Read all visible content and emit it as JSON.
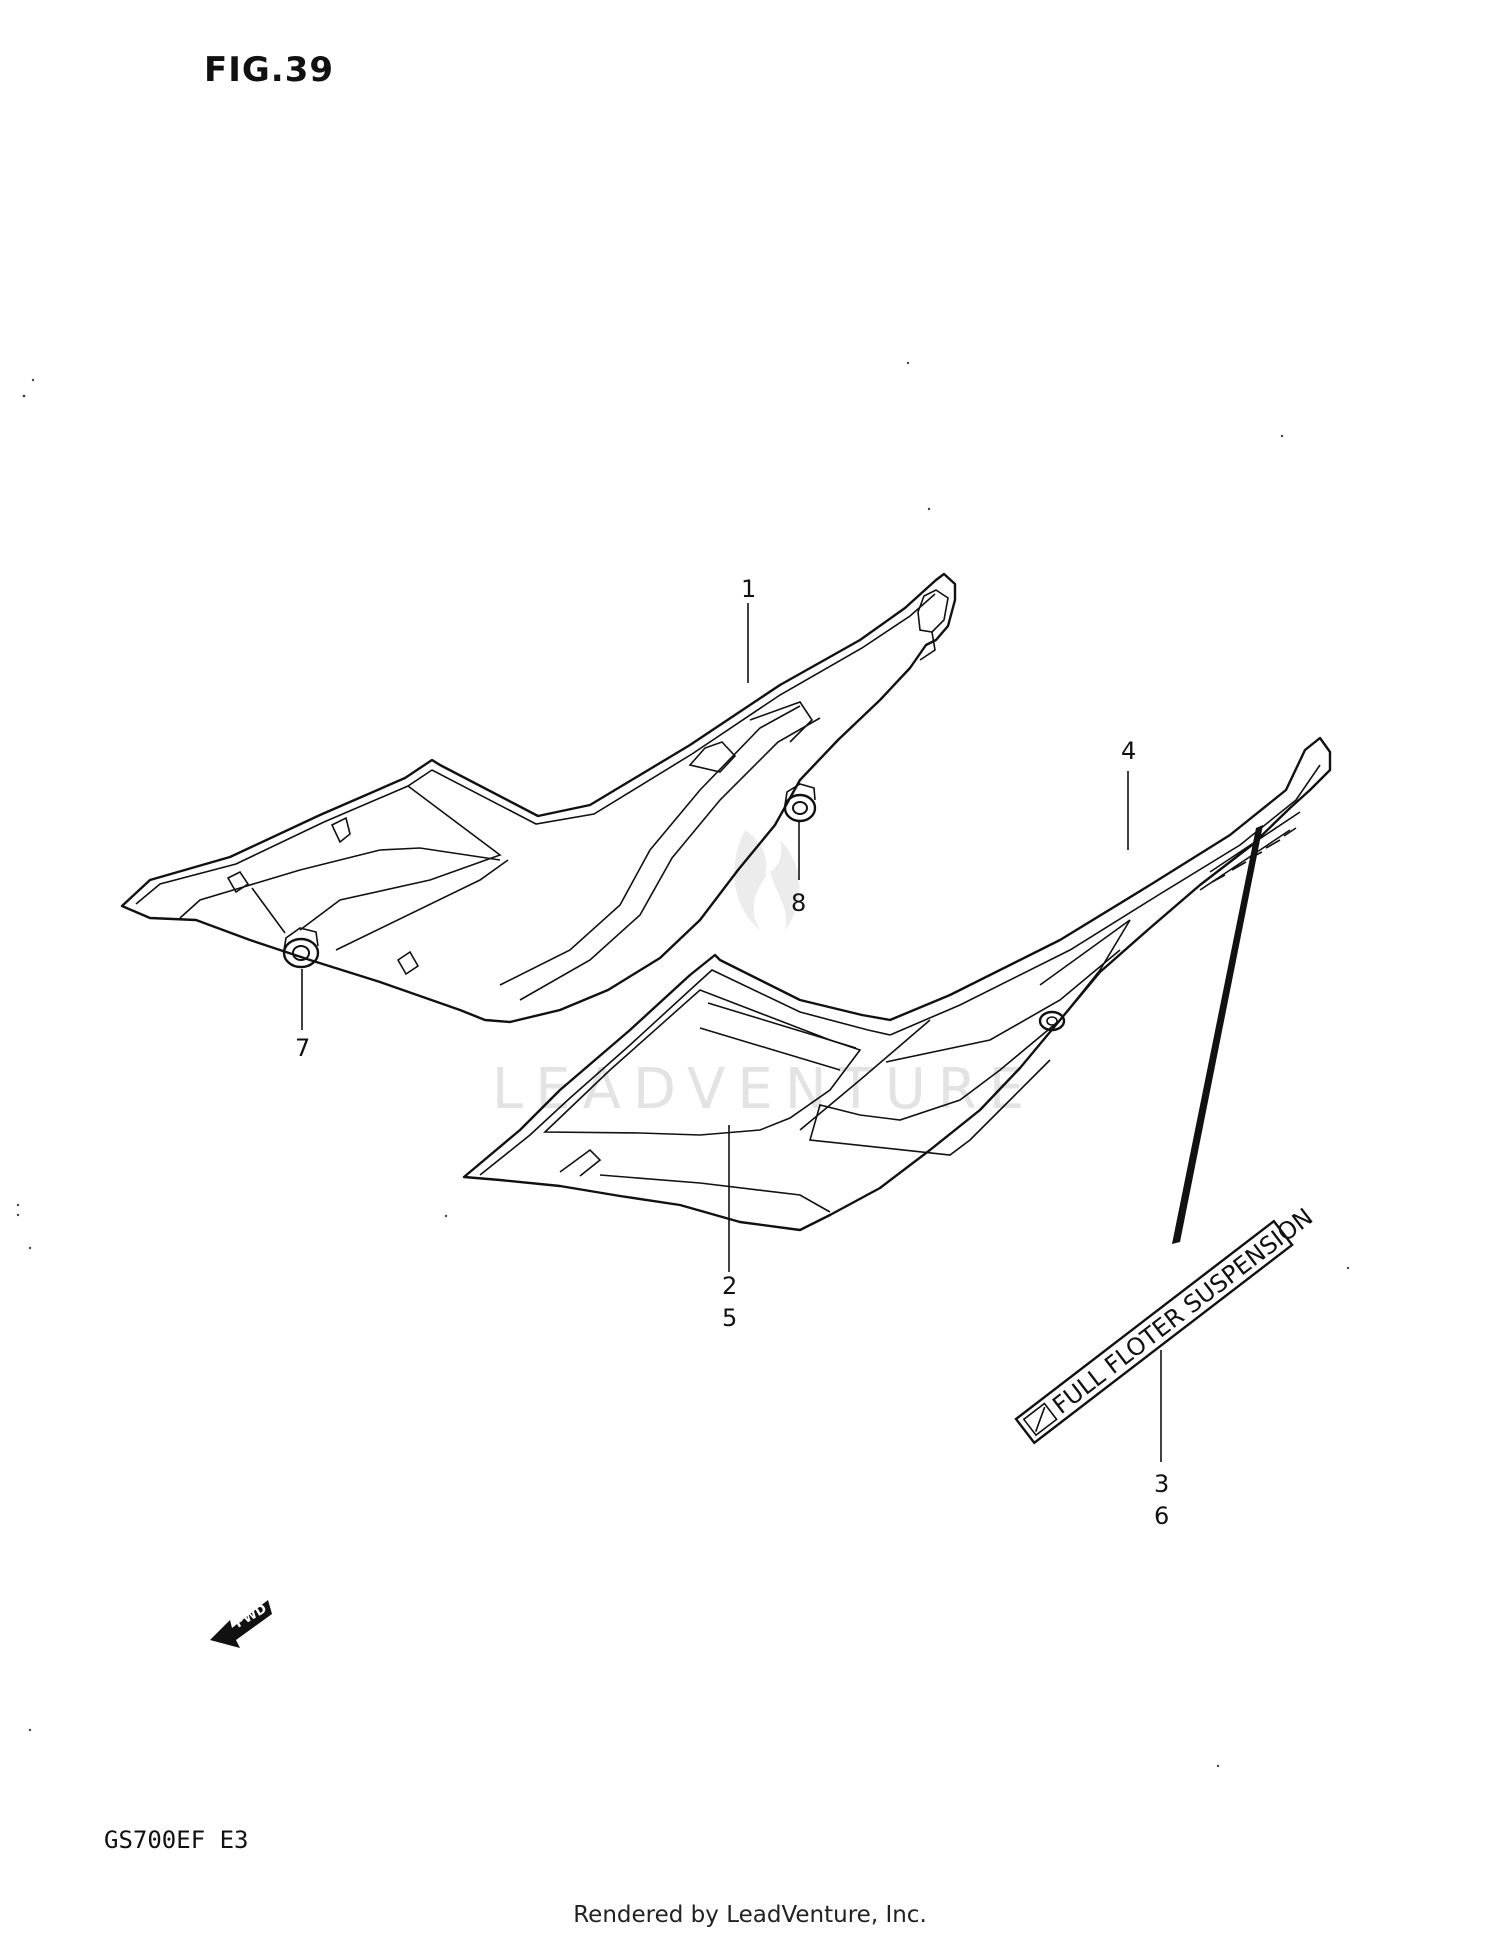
{
  "figure": {
    "title": "FIG.39",
    "model": "GS700EF E3"
  },
  "watermark": "LEADVENTURE",
  "decal": {
    "text": "FULL FLOTER SUSPENSION"
  },
  "fwd_label": "FWD",
  "callouts": [
    {
      "id": "c1",
      "label": "1"
    },
    {
      "id": "c2",
      "label": "2"
    },
    {
      "id": "c5",
      "label": "5"
    },
    {
      "id": "c3",
      "label": "3"
    },
    {
      "id": "c6",
      "label": "6"
    },
    {
      "id": "c4",
      "label": "4"
    },
    {
      "id": "c7",
      "label": "7"
    },
    {
      "id": "c8",
      "label": "8"
    }
  ],
  "footer": "Rendered by LeadVenture, Inc."
}
